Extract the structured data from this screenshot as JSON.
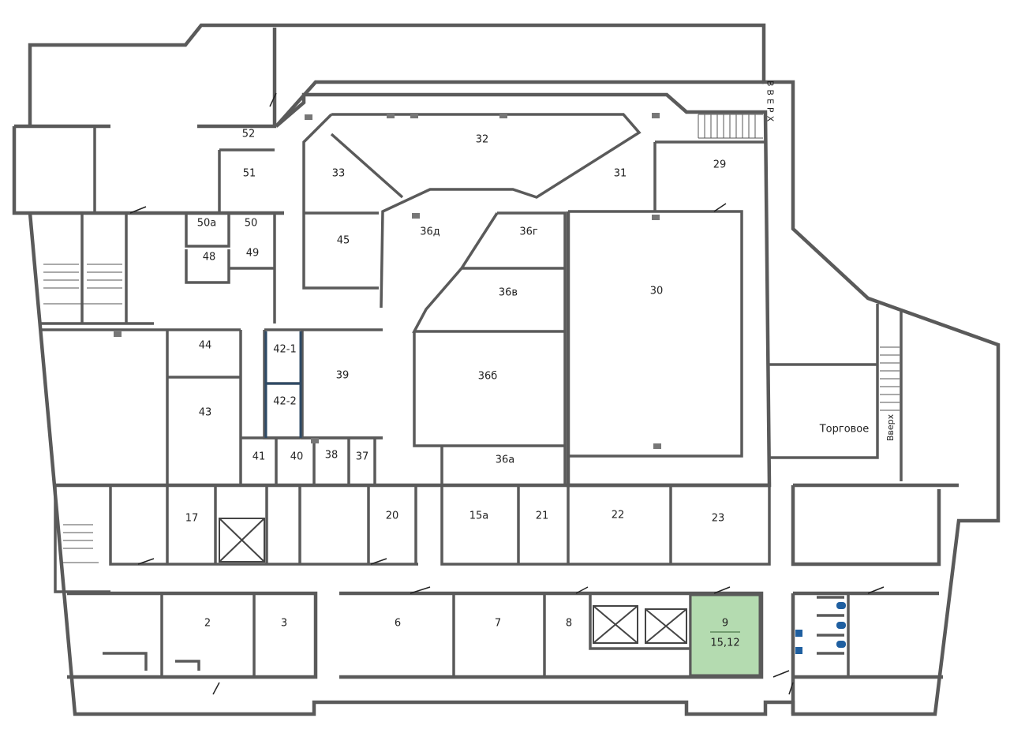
{
  "plan": {
    "rooms": [
      {
        "id": "52",
        "label": "52"
      },
      {
        "id": "51",
        "label": "51"
      },
      {
        "id": "50a",
        "label": "50а"
      },
      {
        "id": "50",
        "label": "50"
      },
      {
        "id": "48",
        "label": "48"
      },
      {
        "id": "49",
        "label": "49"
      },
      {
        "id": "32",
        "label": "32"
      },
      {
        "id": "33",
        "label": "33"
      },
      {
        "id": "31",
        "label": "31"
      },
      {
        "id": "29",
        "label": "29"
      },
      {
        "id": "45",
        "label": "45"
      },
      {
        "id": "36d",
        "label": "36д"
      },
      {
        "id": "36g",
        "label": "36г"
      },
      {
        "id": "36v",
        "label": "36в"
      },
      {
        "id": "30",
        "label": "30"
      },
      {
        "id": "44",
        "label": "44"
      },
      {
        "id": "42-1",
        "label": "42-1"
      },
      {
        "id": "42-2",
        "label": "42-2"
      },
      {
        "id": "39",
        "label": "39"
      },
      {
        "id": "36b",
        "label": "36б"
      },
      {
        "id": "43",
        "label": "43"
      },
      {
        "id": "41",
        "label": "41"
      },
      {
        "id": "40",
        "label": "40"
      },
      {
        "id": "38",
        "label": "38"
      },
      {
        "id": "37",
        "label": "37"
      },
      {
        "id": "36a",
        "label": "36а"
      },
      {
        "id": "torg",
        "label": "Торговое"
      },
      {
        "id": "17",
        "label": "17"
      },
      {
        "id": "20",
        "label": "20"
      },
      {
        "id": "15a",
        "label": "15а"
      },
      {
        "id": "21",
        "label": "21"
      },
      {
        "id": "22",
        "label": "22"
      },
      {
        "id": "23",
        "label": "23"
      },
      {
        "id": "2",
        "label": "2"
      },
      {
        "id": "3",
        "label": "3"
      },
      {
        "id": "6",
        "label": "6"
      },
      {
        "id": "7",
        "label": "7"
      },
      {
        "id": "8",
        "label": "8"
      }
    ],
    "selected_room": {
      "number": "9",
      "area": "15,12",
      "color": "#b4dbb0",
      "text_color": "#2f5f2f"
    },
    "stair_labels": {
      "up_vertical": "ВВЕРХ",
      "up_rotated": "Вверх"
    },
    "colors": {
      "wall": "#5a5a5a",
      "fixture": "#1f5fa0",
      "partition": "#2e4a66"
    }
  }
}
